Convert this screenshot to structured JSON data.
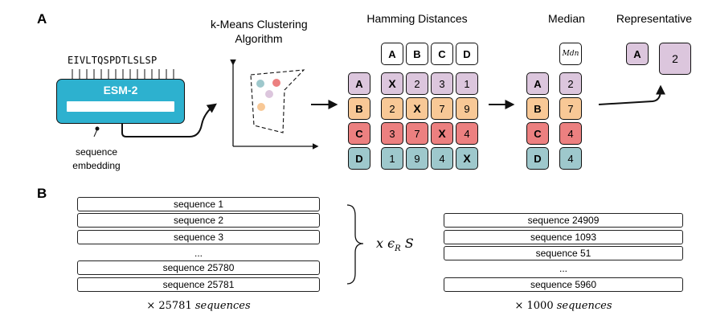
{
  "panel_a": {
    "label": "A",
    "input_sequence": "EIVLTQSPDTLSLSP",
    "model_name": "ESM-2",
    "embedding_label_line1": "sequence",
    "embedding_label_line2": "embedding",
    "clustering_title_line1": "k-Means Clustering",
    "clustering_title_line2": "Algorithm",
    "cluster_point_colors": [
      "#9ec8cc",
      "#ec8080",
      "#dcc6dd",
      "#f8c896"
    ],
    "hamming_title": "Hamming Distances",
    "hamming_headers": [
      "A",
      "B",
      "C",
      "D"
    ],
    "hamming_rows": [
      {
        "label": "A",
        "cells": [
          "X",
          "2",
          "3",
          "1"
        ]
      },
      {
        "label": "B",
        "cells": [
          "2",
          "X",
          "7",
          "9"
        ]
      },
      {
        "label": "C",
        "cells": [
          "3",
          "7",
          "X",
          "4"
        ]
      },
      {
        "label": "D",
        "cells": [
          "1",
          "9",
          "4",
          "X"
        ]
      }
    ],
    "median_title": "Median",
    "median_header": "Mdn",
    "median_rows": [
      {
        "label": "A",
        "value": "2"
      },
      {
        "label": "B",
        "value": "7"
      },
      {
        "label": "C",
        "value": "4"
      },
      {
        "label": "D",
        "value": "4"
      }
    ],
    "representative_title": "Representative",
    "representative_label": "A",
    "representative_value": "2"
  },
  "panel_b": {
    "label": "B",
    "left_sequences": [
      "sequence 1",
      "sequence 2",
      "sequence 3",
      "...",
      "sequence 25780",
      "sequence 25781"
    ],
    "left_count_prefix": "× 25781",
    "left_count_suffix": "sequences",
    "sampling_var": "x",
    "sampling_op": "ϵ",
    "sampling_sub": "R",
    "sampling_set": "S",
    "right_sequences": [
      "sequence 24909",
      "sequence 1093",
      "sequence 51",
      "...",
      "sequence 5960"
    ],
    "right_count_prefix": "× 1000",
    "right_count_suffix": "sequences"
  },
  "colors": {
    "A": "#dcc6dd",
    "B": "#f8c896",
    "C": "#ec8080",
    "D": "#9ec8cc",
    "esm": "#2db1cf"
  }
}
